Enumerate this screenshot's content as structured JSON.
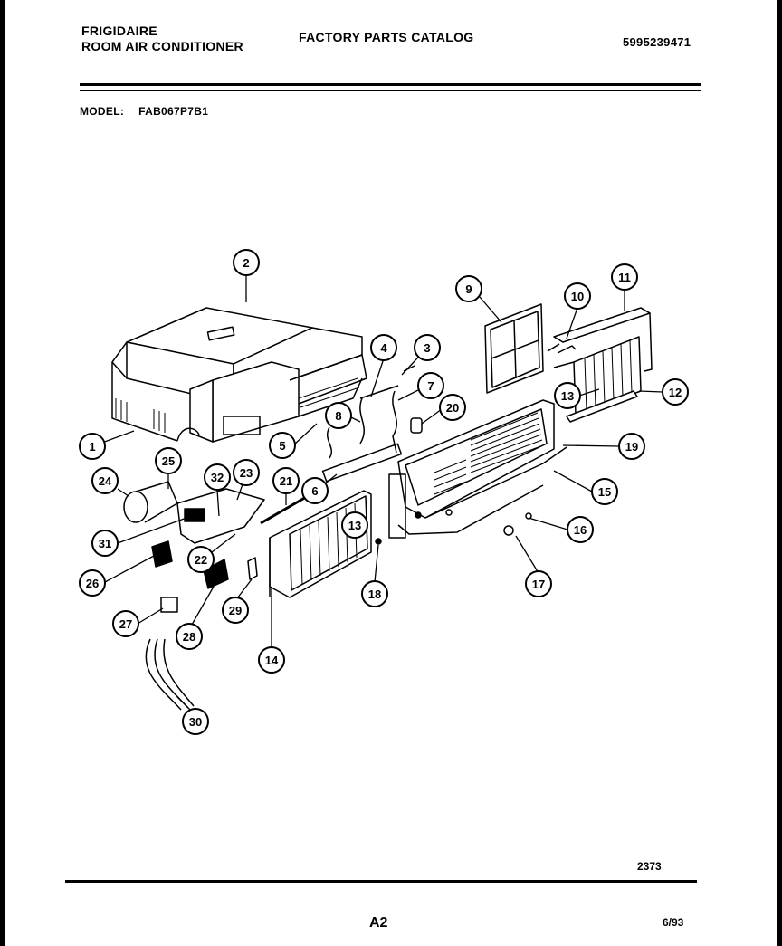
{
  "header": {
    "brand": "FRIGIDAIRE",
    "product": "ROOM AIR CONDITIONER",
    "catalog_title": "FACTORY PARTS CATALOG",
    "catalog_number": "5995239471",
    "model_label": "MODEL:",
    "model_value": "FAB067P7B1"
  },
  "footer": {
    "drawing_number": "2373",
    "page": "A2",
    "date": "6/93"
  },
  "callouts": [
    {
      "n": "1"
    },
    {
      "n": "2"
    },
    {
      "n": "3"
    },
    {
      "n": "4"
    },
    {
      "n": "5"
    },
    {
      "n": "6"
    },
    {
      "n": "7"
    },
    {
      "n": "8"
    },
    {
      "n": "9"
    },
    {
      "n": "10"
    },
    {
      "n": "11"
    },
    {
      "n": "12"
    },
    {
      "n": "13"
    },
    {
      "n": "13"
    },
    {
      "n": "14"
    },
    {
      "n": "15"
    },
    {
      "n": "16"
    },
    {
      "n": "17"
    },
    {
      "n": "18"
    },
    {
      "n": "19"
    },
    {
      "n": "20"
    },
    {
      "n": "21"
    },
    {
      "n": "22"
    },
    {
      "n": "23"
    },
    {
      "n": "24"
    },
    {
      "n": "25"
    },
    {
      "n": "26"
    },
    {
      "n": "27"
    },
    {
      "n": "28"
    },
    {
      "n": "29"
    },
    {
      "n": "30"
    },
    {
      "n": "31"
    },
    {
      "n": "32"
    }
  ]
}
